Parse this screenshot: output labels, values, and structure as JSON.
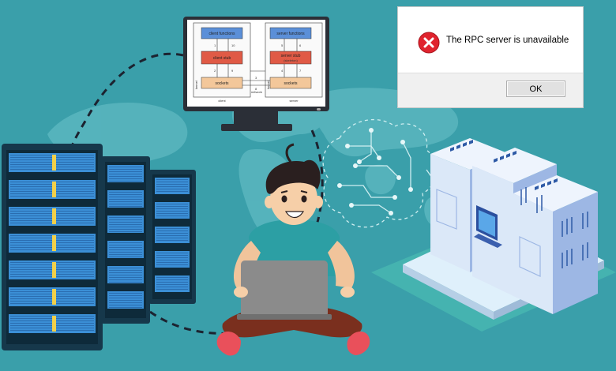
{
  "dialog": {
    "message": "The RPC server is unavailable",
    "ok_label": "OK",
    "icon": "error-x-icon"
  },
  "diagram": {
    "client_functions": "client functions",
    "server_functions": "server functions",
    "client_stub": "client stub",
    "server_stub_line1": "server stub",
    "server_stub_line2": "(skeleton)",
    "sockets_left": "sockets",
    "sockets_right": "sockets",
    "client_label": "client",
    "server_label": "server",
    "network_label": "network",
    "kernel_left": "kernel",
    "kernel_right": "kernel",
    "step_numbers": [
      "1",
      "2",
      "3",
      "4",
      "5",
      "6",
      "7",
      "8",
      "9",
      "10"
    ]
  },
  "colors": {
    "background": "#3a9faa",
    "dialog_error_red": "#e0232e",
    "server_rack": "#16384b",
    "server_panel": "#3b8fd6"
  }
}
